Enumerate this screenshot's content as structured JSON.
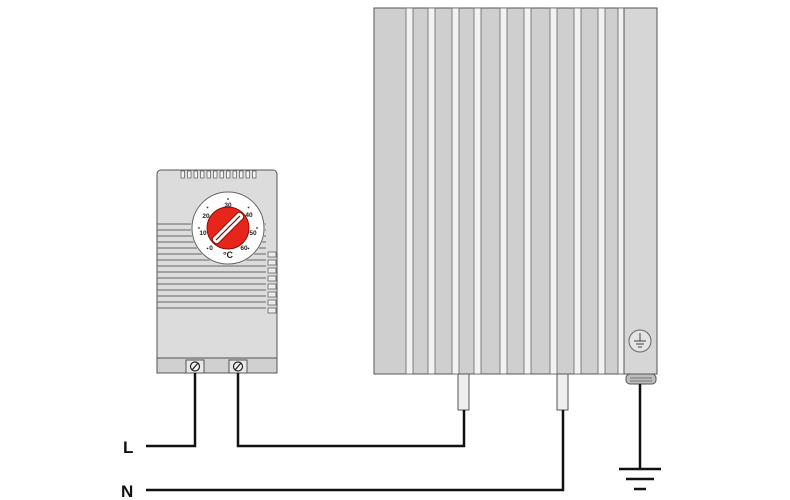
{
  "thermostat": {
    "scale": [
      "0",
      "10",
      "20",
      "30",
      "40",
      "50",
      "60"
    ],
    "unit": "°C"
  },
  "wires": {
    "live_label": "L",
    "neutral_label": "N"
  },
  "icons": {
    "earth_terminal": "protective-earth-icon",
    "ground": "ground-icon",
    "screw": "terminal-screw-icon"
  },
  "colors": {
    "knob": "#e8251a",
    "heater_fin": "#c8c8c8",
    "housing": "#dcdcdc",
    "wire": "#111111"
  }
}
